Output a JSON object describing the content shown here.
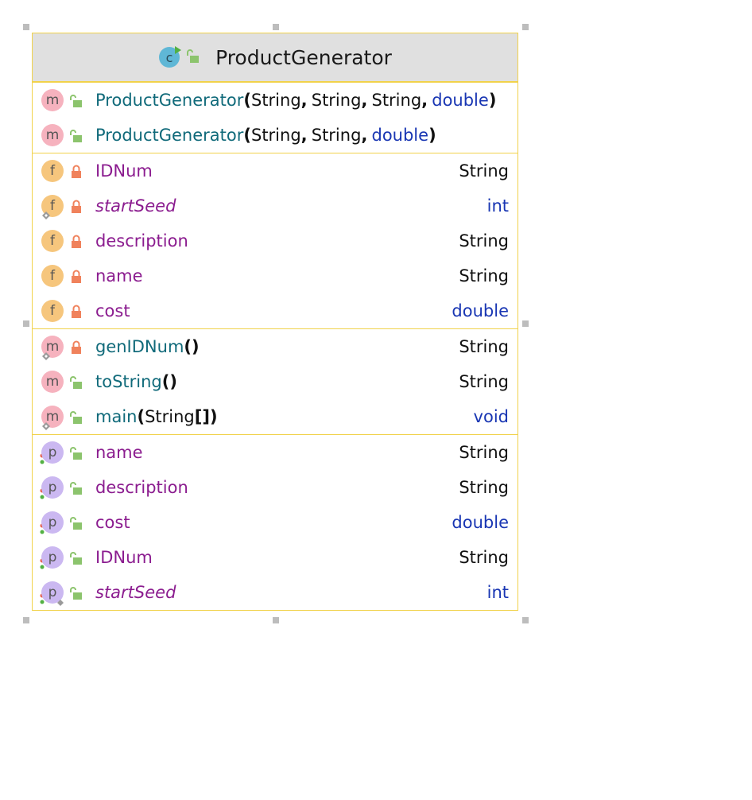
{
  "class_box": {
    "title": "ProductGenerator",
    "class_icon": "class-c-icon",
    "colors": {
      "border": "#f1d24a",
      "header_bg": "#e0e0e0",
      "member_name": "#8b1c8f",
      "method_name": "#106a7a",
      "keyword_type": "#1936b3",
      "method_badge": "#f6b2be",
      "field_badge": "#f6c67d",
      "property_badge": "#cbb8f1",
      "public_lock": "#8cc46d",
      "private_lock": "#f0825c"
    },
    "constructors": [
      {
        "kind": "m",
        "name": "ProductGenerator",
        "open": "(",
        "p1": "String",
        "c1": ",",
        "p2": "String",
        "c2": ",",
        "p3": "String",
        "c3": ",",
        "p4": "double",
        "close": ")"
      },
      {
        "kind": "m",
        "name": "ProductGenerator",
        "open": "(",
        "p1": "String",
        "c1": ",",
        "p2": "String",
        "c2": ",",
        "p3": "double",
        "close": ")"
      }
    ],
    "fields": [
      {
        "kind": "f",
        "name": "IDNum",
        "type": "String"
      },
      {
        "kind": "f",
        "name": "startSeed",
        "type": "int"
      },
      {
        "kind": "f",
        "name": "description",
        "type": "String"
      },
      {
        "kind": "f",
        "name": "name",
        "type": "String"
      },
      {
        "kind": "f",
        "name": "cost",
        "type": "double"
      }
    ],
    "methods": [
      {
        "kind": "m",
        "name": "genIDNum",
        "sig": "()",
        "type": "String"
      },
      {
        "kind": "m",
        "name": "toString",
        "sig": "()",
        "type": "String"
      },
      {
        "kind": "m",
        "name": "main",
        "open": "(",
        "param": "String",
        "close": "[])",
        "type": "void"
      }
    ],
    "properties": [
      {
        "kind": "p",
        "name": "name",
        "type": "String"
      },
      {
        "kind": "p",
        "name": "description",
        "type": "String"
      },
      {
        "kind": "p",
        "name": "cost",
        "type": "double"
      },
      {
        "kind": "p",
        "name": "IDNum",
        "type": "String"
      },
      {
        "kind": "p",
        "name": "startSeed",
        "type": "int"
      }
    ]
  }
}
